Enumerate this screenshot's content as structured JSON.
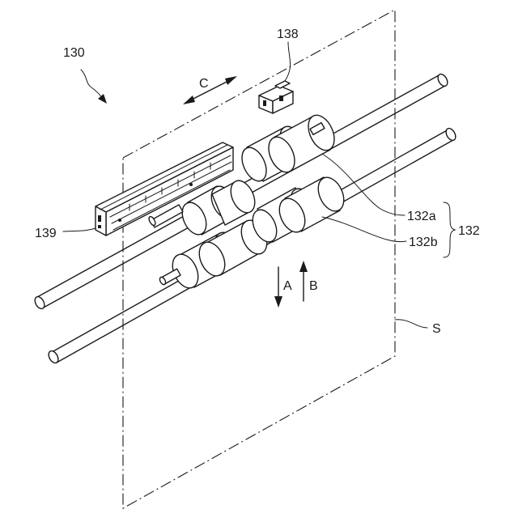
{
  "labels": {
    "assembly": "130",
    "sensor": "138",
    "direction_c": "C",
    "rack": "139",
    "roller_a": "132a",
    "roller_b": "132b",
    "roller_group": "132",
    "direction_a": "A",
    "direction_b": "B",
    "sheet": "S"
  },
  "colors": {
    "line": "#1a1a1a",
    "background": "#ffffff"
  }
}
